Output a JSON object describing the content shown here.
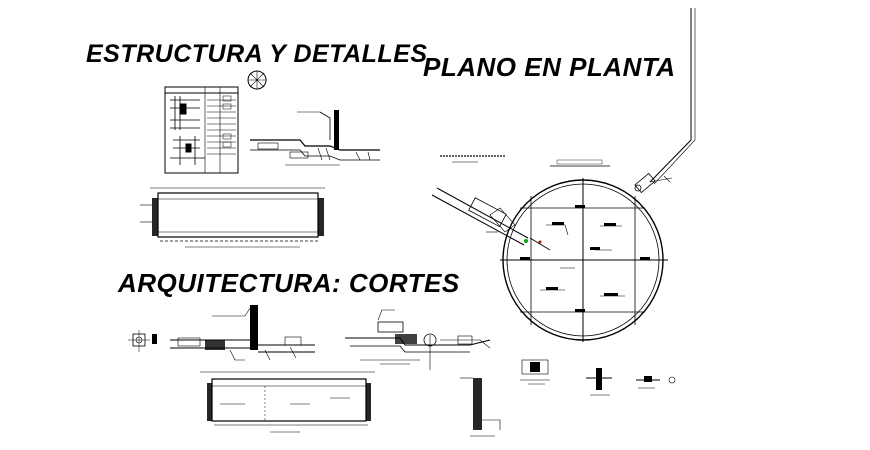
{
  "titles": {
    "estructura": "ESTRUCTURA Y DETALLES",
    "plano": "PLANO EN PLANTA",
    "arquitectura": "ARQUITECTURA: CORTES"
  },
  "colors": {
    "background": "#ffffff",
    "ink": "#000000",
    "marker_red": "#d01010",
    "marker_green": "#10a010"
  }
}
